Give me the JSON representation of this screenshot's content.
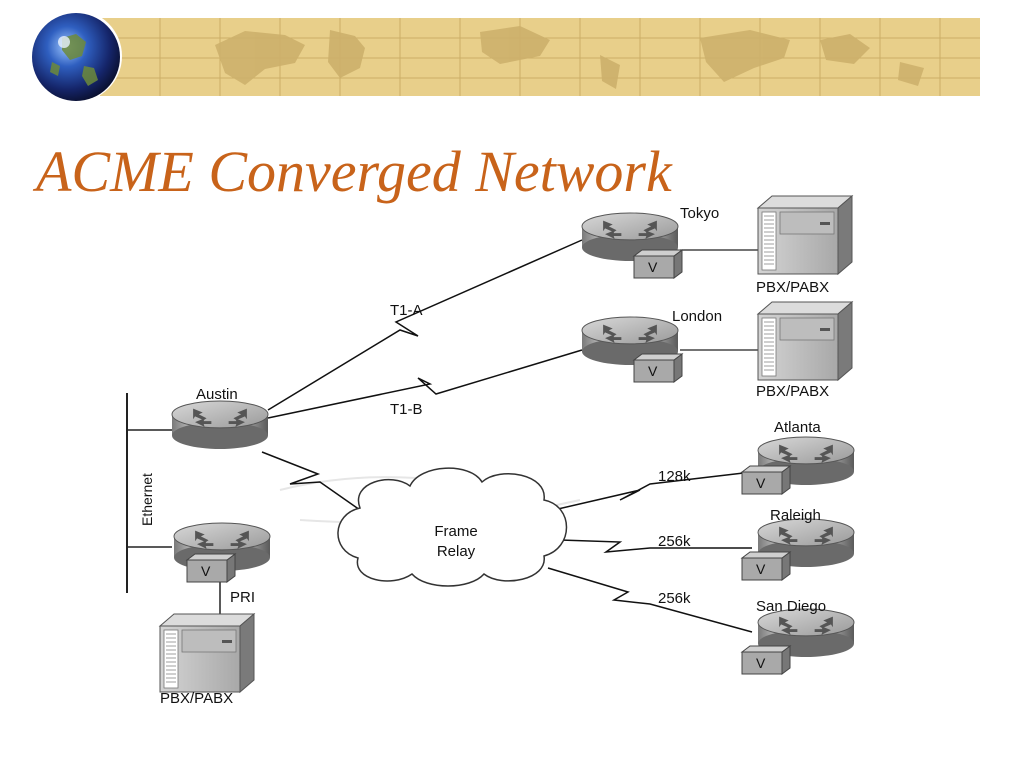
{
  "slide": {
    "title": "ACME Converged Network"
  },
  "diagram": {
    "sites": {
      "austin": "Austin",
      "tokyo": "Tokyo",
      "london": "London",
      "atlanta": "Atlanta",
      "raleigh": "Raleigh",
      "san_diego": "San Diego"
    },
    "links": {
      "t1a": "T1-A",
      "t1b": "T1-B",
      "atlanta_speed": "128k",
      "raleigh_speed": "256k",
      "san_diego_speed": "256k",
      "pri": "PRI"
    },
    "cloud": {
      "line1": "Frame",
      "line2": "Relay"
    },
    "pbx_label": "PBX/PABX",
    "ethernet_label": "Ethernet",
    "voice_module_label": "V"
  },
  "colors": {
    "title": "#c8631a",
    "banner": "#e8cf8a",
    "banner_lines": "#cbae66"
  }
}
